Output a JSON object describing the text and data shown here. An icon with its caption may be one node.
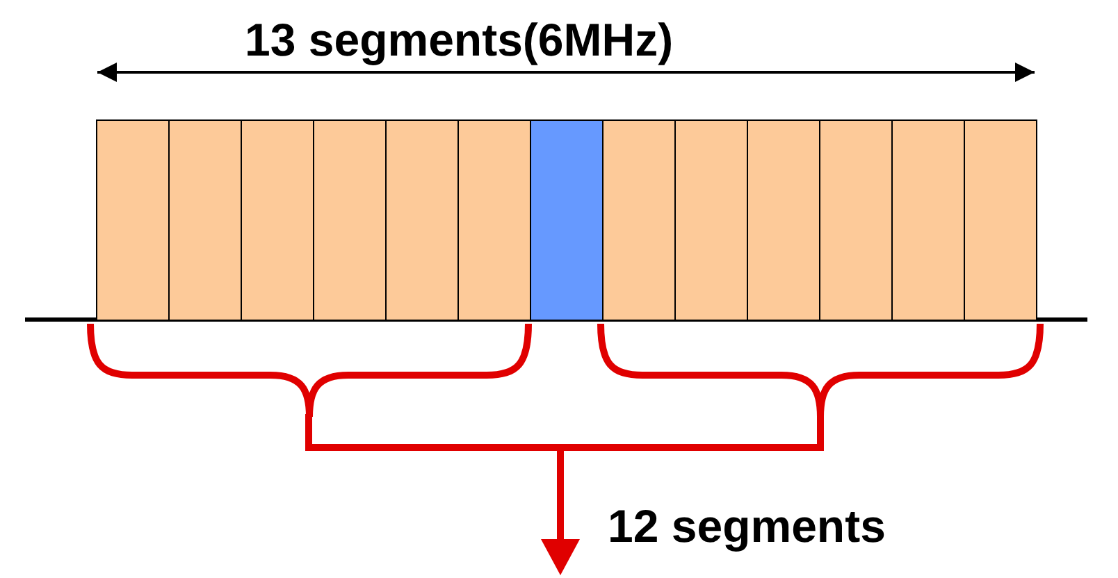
{
  "diagram": {
    "nodes": [
      {
        "text": [],
        "shape": "box"
      },
      {
        "text": [],
        "shape": "box"
      },
      {
        "text": [],
        "shape": "box"
      },
      {
        "text": [],
        "shape": "box"
      },
      {
        "text": [],
        "shape": "box"
      },
      {
        "text": [],
        "shape": "box"
      },
      {
        "text": [],
        "shape": "box"
      },
      {
        "text": [],
        "shape": "box"
      },
      {
        "text": [],
        "shape": "box"
      },
      {
        "text": [],
        "shape": "box"
      },
      {
        "text": [],
        "shape": "box"
      },
      {
        "text": [],
        "shape": "box"
      },
      {
        "text": [],
        "shape": "box"
      }
    ],
    "labels": [
      "13 segments(6MHz)",
      "12 segments"
    ]
  }
}
